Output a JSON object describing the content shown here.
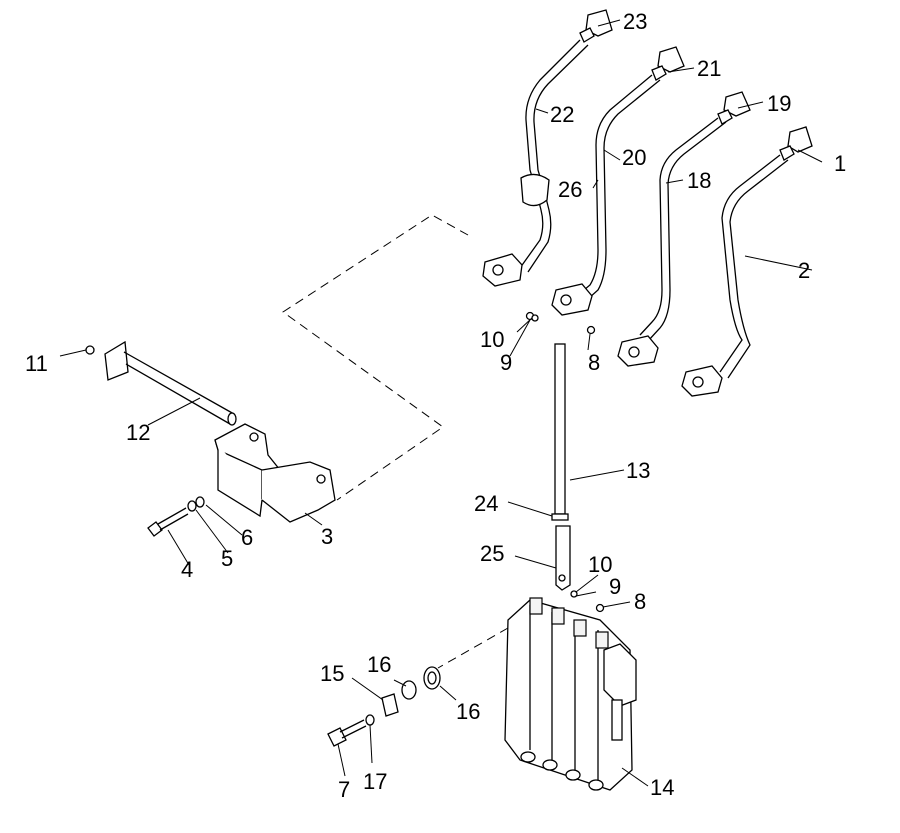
{
  "diagram": {
    "callouts": {
      "p1": "1",
      "p2": "2",
      "p3": "3",
      "p4": "4",
      "p5": "5",
      "p6": "6",
      "p7": "7",
      "p8a": "8",
      "p8b": "8",
      "p9a": "9",
      "p9b": "9",
      "p10a": "10",
      "p10b": "10",
      "p11": "11",
      "p12": "12",
      "p13": "13",
      "p14": "14",
      "p15": "15",
      "p16a": "16",
      "p16b": "16",
      "p17": "17",
      "p18": "18",
      "p19": "19",
      "p20": "20",
      "p21": "21",
      "p22": "22",
      "p23": "23",
      "p24": "24",
      "p25": "25",
      "p26": "26"
    }
  }
}
